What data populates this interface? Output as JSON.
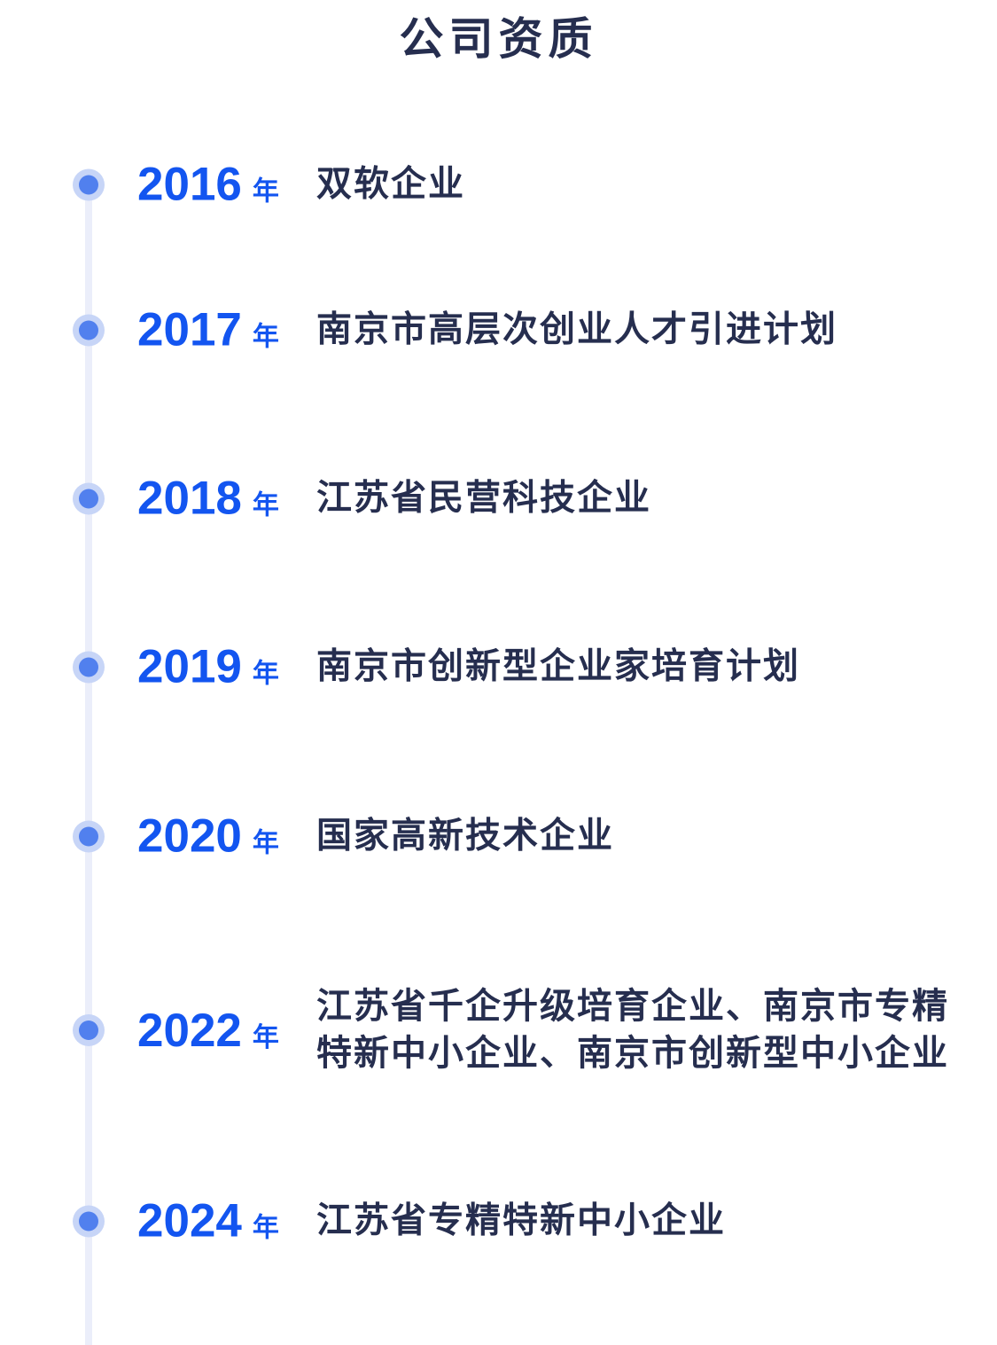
{
  "page": {
    "title": "公司资质",
    "year_suffix": "年",
    "colors": {
      "background": "#FFFFFF",
      "title_text": "#262E4F",
      "desc_text": "#262E4F",
      "year_text": "#1355F0",
      "dot_inner": "#5180EE",
      "dot_outer": "#C7D5F7",
      "line": "#EBEEFA"
    },
    "timeline": [
      {
        "year": "2016",
        "description": "双软企业"
      },
      {
        "year": "2017",
        "description": "南京市高层次创业人才引进计划"
      },
      {
        "year": "2018",
        "description": "江苏省民营科技企业"
      },
      {
        "year": "2019",
        "description": "南京市创新型企业家培育计划"
      },
      {
        "year": "2020",
        "description": "国家高新技术企业"
      },
      {
        "year": "2022",
        "description": "江苏省千企升级培育企业、南京市专精特新中小企业、南京市创新型中小企业"
      },
      {
        "year": "2024",
        "description": "江苏省专精特新中小企业"
      }
    ]
  }
}
